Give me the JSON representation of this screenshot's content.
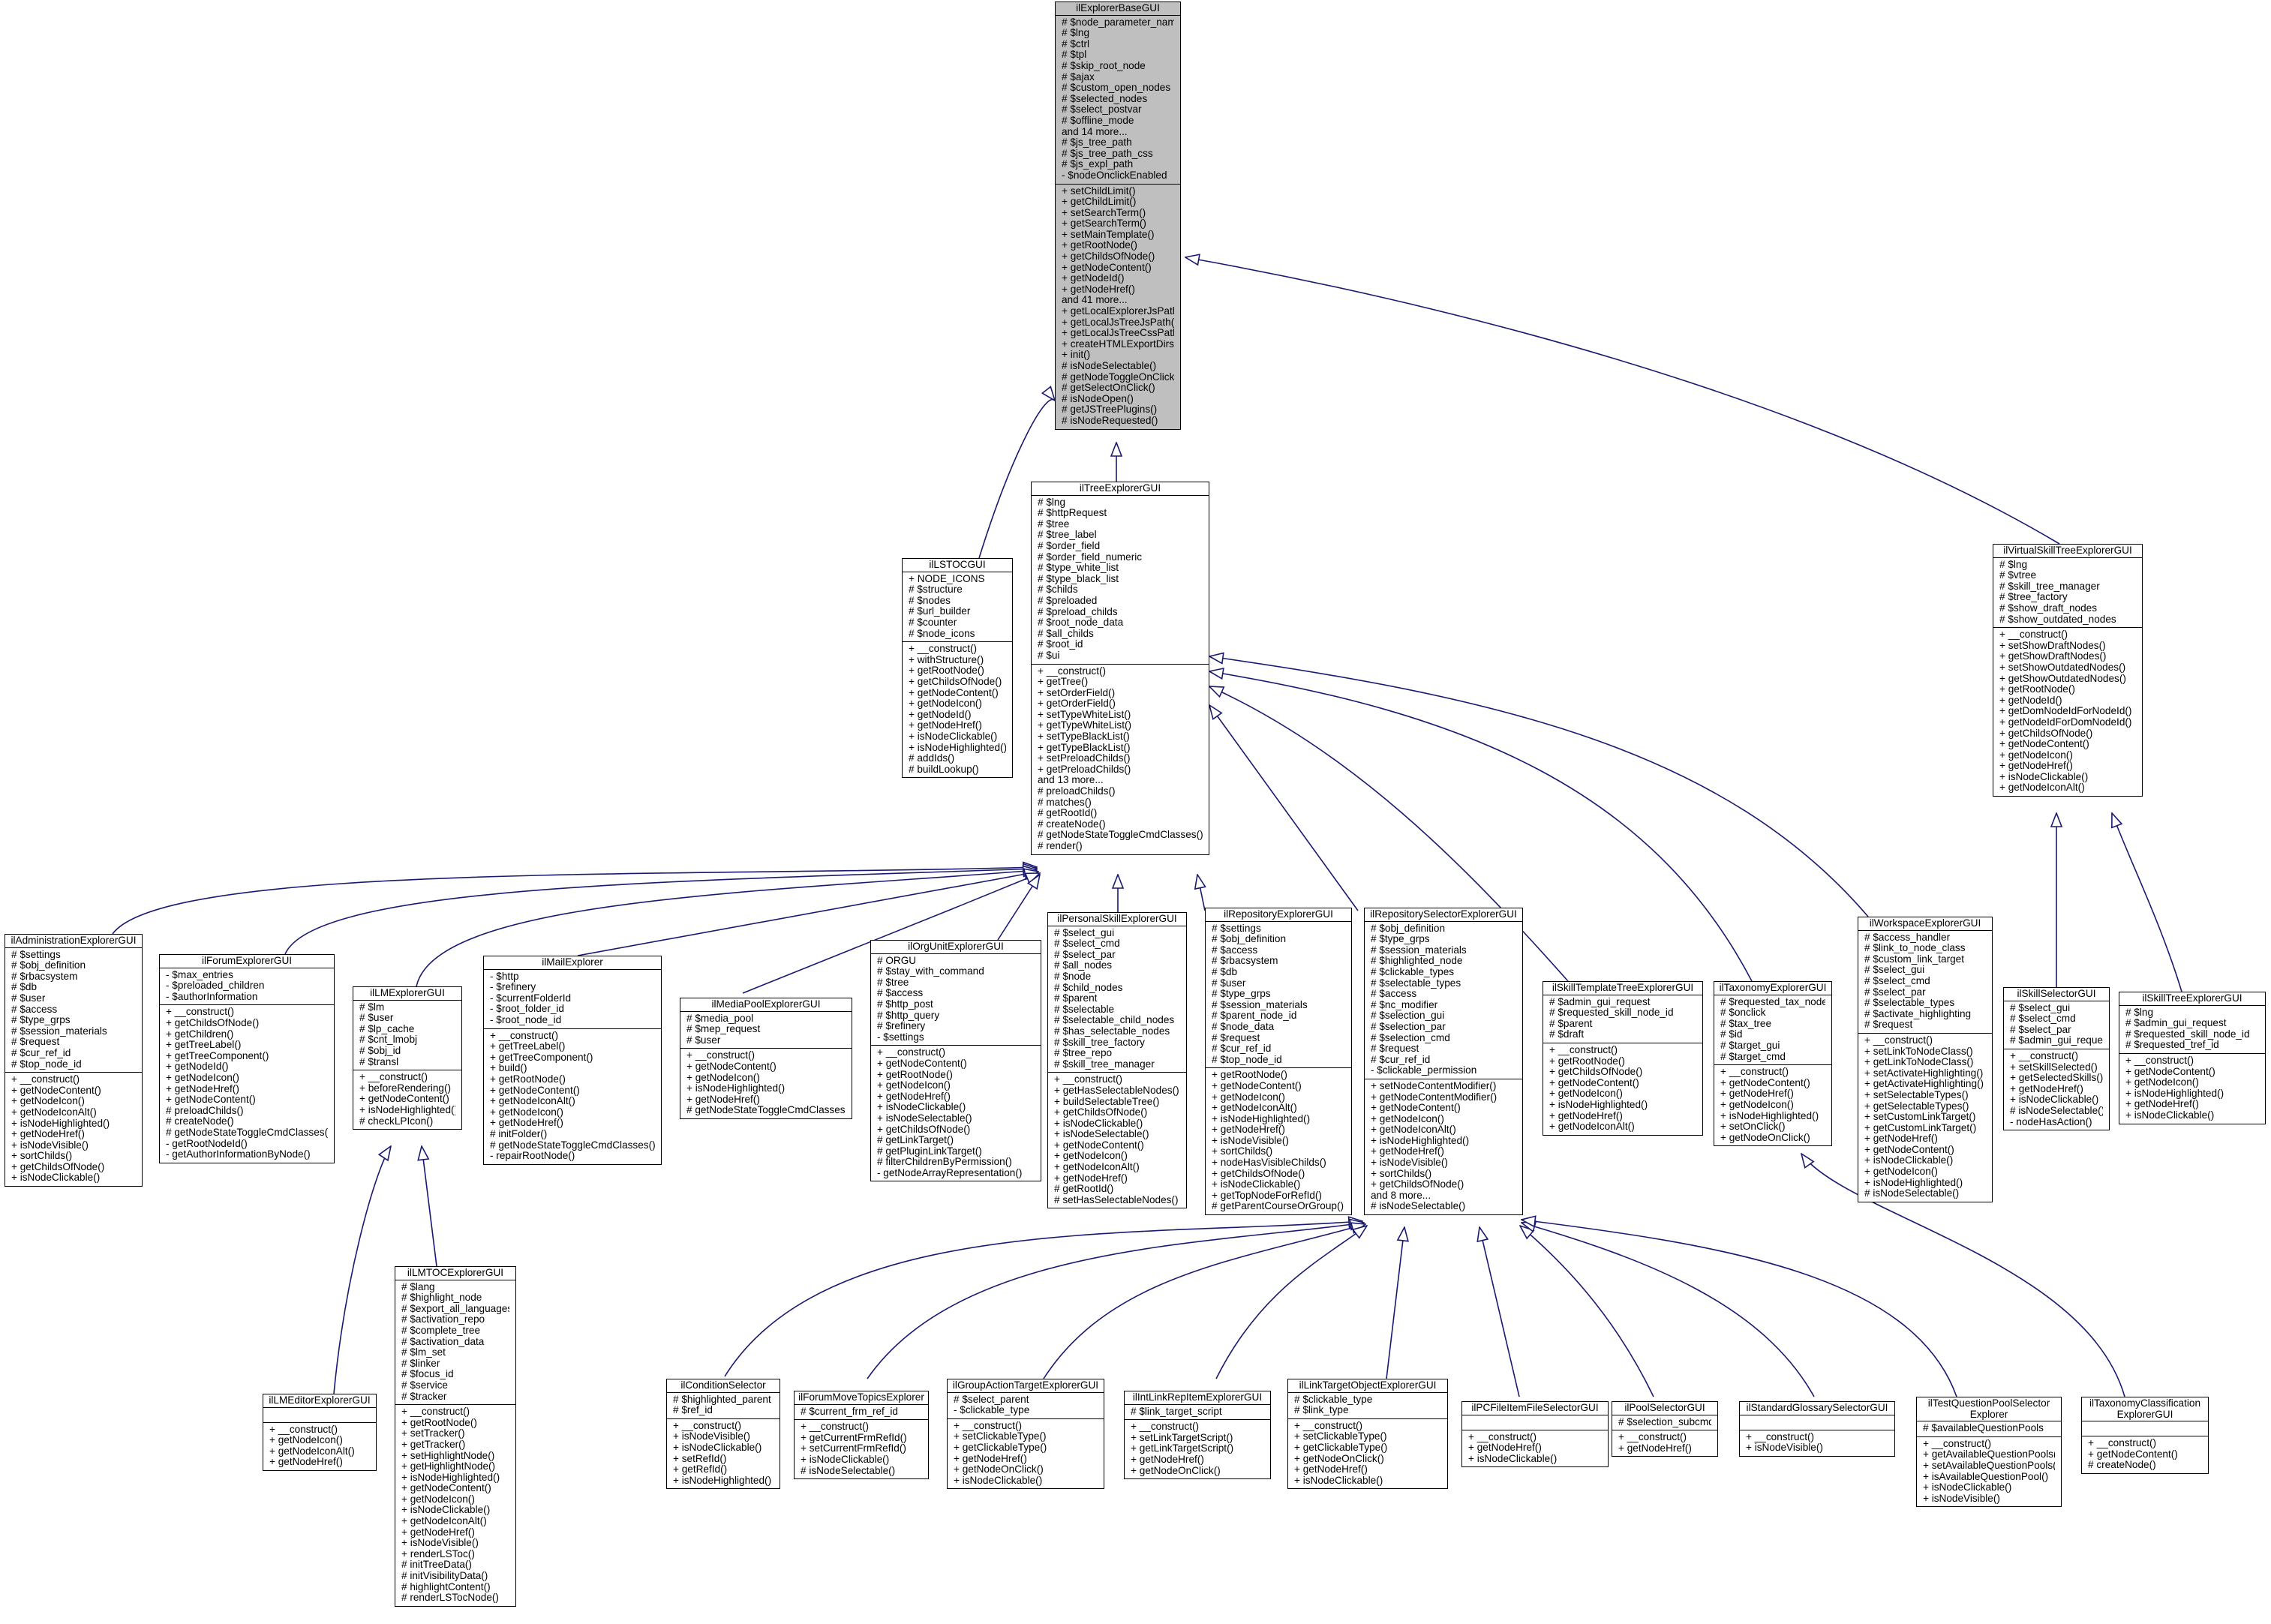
{
  "diagram": {
    "base": {
      "name": "ilExplorerBaseGUI",
      "attributes": [
        "# $node_parameter_name",
        "# $lng",
        "# $ctrl",
        "# $tpl",
        "# $skip_root_node",
        "# $ajax",
        "# $custom_open_nodes",
        "# $selected_nodes",
        "# $select_postvar",
        "# $offline_mode",
        "and 14 more...",
        "# $js_tree_path",
        "# $js_tree_path_css",
        "# $js_expl_path",
        "- $nodeOnclickEnabled"
      ],
      "operations": [
        "+ setChildLimit()",
        "+ getChildLimit()",
        "+ setSearchTerm()",
        "+ getSearchTerm()",
        "+ setMainTemplate()",
        "+ getRootNode()",
        "+ getChildsOfNode()",
        "+ getNodeContent()",
        "+ getNodeId()",
        "+ getNodeHref()",
        "and 41 more...",
        "+ getLocalExplorerJsPath()",
        "+ getLocalJsTreeJsPath()",
        "+ getLocalJsTreeCssPath()",
        "+ createHTMLExportDirs()",
        "+ init()",
        "# isNodeSelectable()",
        "# getNodeToggleOnClick()",
        "# getSelectOnClick()",
        "# isNodeOpen()",
        "# getJSTreePlugins()",
        "# isNodeRequested()"
      ]
    },
    "tree": {
      "name": "ilTreeExplorerGUI",
      "attributes": [
        "# $lng",
        "# $httpRequest",
        "# $tree",
        "# $tree_label",
        "# $order_field",
        "# $order_field_numeric",
        "# $type_white_list",
        "# $type_black_list",
        "# $childs",
        "# $preloaded",
        "# $preload_childs",
        "# $root_node_data",
        "# $all_childs",
        "# $root_id",
        "# $ui"
      ],
      "operations": [
        "+ __construct()",
        "+ getTree()",
        "+ setOrderField()",
        "+ getOrderField()",
        "+ setTypeWhiteList()",
        "+ getTypeWhiteList()",
        "+ setTypeBlackList()",
        "+ getTypeBlackList()",
        "+ setPreloadChilds()",
        "+ getPreloadChilds()",
        "and 13 more...",
        "# preloadChilds()",
        "# matches()",
        "# getRootId()",
        "# createNode()",
        "# getNodeStateToggleCmdClasses()",
        "# render()"
      ]
    },
    "lstoc": {
      "name": "ilLSTOCGUI",
      "attributes": [
        "+ NODE_ICONS",
        "# $structure",
        "# $nodes",
        "# $url_builder",
        "# $counter",
        "# $node_icons"
      ],
      "operations": [
        "+ __construct()",
        "+ withStructure()",
        "+ getRootNode()",
        "+ getChildsOfNode()",
        "+ getNodeContent()",
        "+ getNodeIcon()",
        "+ getNodeId()",
        "+ getNodeHref()",
        "+ isNodeClickable()",
        "+ isNodeHighlighted()",
        "# addIds()",
        "# buildLookup()"
      ]
    },
    "virtual": {
      "name": "ilVirtualSkillTreeExplorerGUI",
      "attributes": [
        "# $lng",
        "# $vtree",
        "# $skill_tree_manager",
        "# $tree_factory",
        "# $show_draft_nodes",
        "# $show_outdated_nodes"
      ],
      "operations": [
        "+ __construct()",
        "+ setShowDraftNodes()",
        "+ getShowDraftNodes()",
        "+ setShowOutdatedNodes()",
        "+ getShowOutdatedNodes()",
        "+ getRootNode()",
        "+ getNodeId()",
        "+ getDomNodeIdForNodeId()",
        "+ getNodeIdForDomNodeId()",
        "+ getChildsOfNode()",
        "+ getNodeContent()",
        "+ getNodeIcon()",
        "+ getNodeHref()",
        "+ isNodeClickable()",
        "+ getNodeIconAlt()"
      ]
    },
    "admin": {
      "name": "ilAdministrationExplorerGUI",
      "attributes": [
        "# $settings",
        "# $obj_definition",
        "# $rbacsystem",
        "# $db",
        "# $user",
        "# $access",
        "# $type_grps",
        "# $session_materials",
        "# $request",
        "# $cur_ref_id",
        "# $top_node_id"
      ],
      "operations": [
        "+ __construct()",
        "+ getNodeContent()",
        "+ getNodeIcon()",
        "+ getNodeIconAlt()",
        "+ isNodeHighlighted()",
        "+ getNodeHref()",
        "+ isNodeVisible()",
        "+ sortChilds()",
        "+ getChildsOfNode()",
        "+ isNodeClickable()"
      ]
    },
    "forum": {
      "name": "ilForumExplorerGUI",
      "attributes": [
        "- $max_entries",
        "- $preloaded_children",
        "- $authorInformation"
      ],
      "operations": [
        "+ __construct()",
        "+ getChildsOfNode()",
        "+ getChildren()",
        "+ getTreeLabel()",
        "+ getTreeComponent()",
        "+ getNodeId()",
        "+ getNodeIcon()",
        "+ getNodeHref()",
        "+ getNodeContent()",
        "# preloadChilds()",
        "# createNode()",
        "# getNodeStateToggleCmdClasses()",
        "- getRootNodeId()",
        "- getAuthorInformationByNode()"
      ]
    },
    "lmexp": {
      "name": "ilLMExplorerGUI",
      "attributes": [
        "# $lm",
        "# $user",
        "# $lp_cache",
        "# $cnt_lmobj",
        "# $obj_id",
        "# $transl"
      ],
      "operations": [
        "+ __construct()",
        "+ beforeRendering()",
        "+ getNodeContent()",
        "+ isNodeHighlighted()",
        "# checkLPIcon()"
      ]
    },
    "mail": {
      "name": "ilMailExplorer",
      "attributes": [
        "- $http",
        "- $refinery",
        "- $currentFolderId",
        "- $root_folder_id",
        "- $root_node_id"
      ],
      "operations": [
        "+ __construct()",
        "+ getTreeLabel()",
        "+ getTreeComponent()",
        "+ build()",
        "+ getRootNode()",
        "+ getNodeContent()",
        "+ getNodeIconAlt()",
        "+ getNodeIcon()",
        "+ getNodeHref()",
        "# initFolder()",
        "# getNodeStateToggleCmdClasses()",
        "- repairRootNode()"
      ]
    },
    "mediapool": {
      "name": "ilMediaPoolExplorerGUI",
      "attributes": [
        "# $media_pool",
        "# $mep_request",
        "# $user"
      ],
      "operations": [
        "+ __construct()",
        "+ getNodeContent()",
        "+ getNodeIcon()",
        "+ isNodeHighlighted()",
        "+ getNodeHref()",
        "# getNodeStateToggleCmdClasses()"
      ]
    },
    "orgunit": {
      "name": "ilOrgUnitExplorerGUI",
      "attributes": [
        "# ORGU",
        "# $stay_with_command",
        "# $tree",
        "# $access",
        "# $http_post",
        "# $http_query",
        "# $refinery",
        "- $settings"
      ],
      "operations": [
        "+ __construct()",
        "+ getNodeContent()",
        "+ getRootNode()",
        "+ getNodeIcon()",
        "+ getNodeHref()",
        "+ isNodeClickable()",
        "+ isNodeSelectable()",
        "+ getChildsOfNode()",
        "# getLinkTarget()",
        "# getPluginLinkTarget()",
        "# filterChildrenByPermission()",
        "- getNodeArrayRepresentation()"
      ]
    },
    "personal": {
      "name": "ilPersonalSkillExplorerGUI",
      "attributes": [
        "# $select_gui",
        "# $select_cmd",
        "# $select_par",
        "# $all_nodes",
        "# $node",
        "# $child_nodes",
        "# $parent",
        "# $selectable",
        "# $selectable_child_nodes",
        "# $has_selectable_nodes",
        "# $skill_tree_factory",
        "# $tree_repo",
        "# $skill_tree_manager"
      ],
      "operations": [
        "+ __construct()",
        "+ getHasSelectableNodes()",
        "+ buildSelectableTree()",
        "+ getChildsOfNode()",
        "+ isNodeClickable()",
        "+ isNodeSelectable()",
        "+ getNodeContent()",
        "+ getNodeIcon()",
        "+ getNodeIconAlt()",
        "+ getNodeHref()",
        "# getRootId()",
        "# setHasSelectableNodes()"
      ]
    },
    "repository": {
      "name": "ilRepositoryExplorerGUI",
      "attributes": [
        "# $settings",
        "# $obj_definition",
        "# $access",
        "# $rbacsystem",
        "# $db",
        "# $user",
        "# $type_grps",
        "# $session_materials",
        "# $parent_node_id",
        "# $node_data",
        "# $request",
        "# $cur_ref_id",
        "# $top_node_id"
      ],
      "operations": [
        "+ getRootNode()",
        "+ getNodeContent()",
        "+ getNodeIcon()",
        "+ getNodeIconAlt()",
        "+ isNodeHighlighted()",
        "+ getNodeHref()",
        "+ isNodeVisible()",
        "+ sortChilds()",
        "+ nodeHasVisibleChilds()",
        "+ getChildsOfNode()",
        "+ isNodeClickable()",
        "+ getTopNodeForRefId()",
        "# getParentCourseOrGroup()"
      ]
    },
    "repsel": {
      "name": "ilRepositorySelectorExplorerGUI",
      "attributes": [
        "# $obj_definition",
        "# $type_grps",
        "# $session_materials",
        "# $highlighted_node",
        "# $clickable_types",
        "# $selectable_types",
        "# $access",
        "# $nc_modifier",
        "# $selection_gui",
        "# $selection_par",
        "# $selection_cmd",
        "# $request",
        "# $cur_ref_id",
        "- $clickable_permission"
      ],
      "operations": [
        "+ setNodeContentModifier()",
        "+ getNodeContentModifier()",
        "+ getNodeContent()",
        "+ getNodeIcon()",
        "+ getNodeIconAlt()",
        "+ isNodeHighlighted()",
        "+ getNodeHref()",
        "+ isNodeVisible()",
        "+ sortChilds()",
        "+ getChildsOfNode()",
        "and 8 more...",
        "# isNodeSelectable()"
      ]
    },
    "skilltemplate": {
      "name": "ilSkillTemplateTreeExplorerGUI",
      "attributes": [
        "# $admin_gui_request",
        "# $requested_skill_node_id",
        "# $parent",
        "# $draft"
      ],
      "operations": [
        "+ __construct()",
        "+ getRootNode()",
        "+ getChildsOfNode()",
        "+ getNodeContent()",
        "+ getNodeIcon()",
        "+ isNodeHighlighted()",
        "+ getNodeHref()",
        "+ getNodeIconAlt()"
      ]
    },
    "taxonomy": {
      "name": "ilTaxonomyExplorerGUI",
      "attributes": [
        "# $requested_tax_node",
        "# $onclick",
        "# $tax_tree",
        "# $id",
        "# $target_gui",
        "# $target_cmd"
      ],
      "operations": [
        "+ __construct()",
        "+ getNodeContent()",
        "+ getNodeHref()",
        "+ getNodeIcon()",
        "+ isNodeHighlighted()",
        "+ setOnClick()",
        "+ getNodeOnClick()"
      ]
    },
    "workspace": {
      "name": "ilWorkspaceExplorerGUI",
      "attributes": [
        "# $access_handler",
        "# $link_to_node_class",
        "# $custom_link_target",
        "# $select_gui",
        "# $select_cmd",
        "# $select_par",
        "# $selectable_types",
        "# $activate_highlighting",
        "# $request"
      ],
      "operations": [
        "+ __construct()",
        "+ setLinkToNodeClass()",
        "+ getLinkToNodeClass()",
        "+ setActivateHighlighting()",
        "+ getActivateHighlighting()",
        "+ setSelectableTypes()",
        "+ getSelectableTypes()",
        "+ setCustomLinkTarget()",
        "+ getCustomLinkTarget()",
        "+ getNodeHref()",
        "+ getNodeContent()",
        "+ isNodeClickable()",
        "+ getNodeIcon()",
        "+ isNodeHighlighted()",
        "# isNodeSelectable()"
      ]
    },
    "skillselector": {
      "name": "ilSkillSelectorGUI",
      "attributes": [
        "# $select_gui",
        "# $select_cmd",
        "# $select_par",
        "# $admin_gui_request"
      ],
      "operations": [
        "+ __construct()",
        "+ setSkillSelected()",
        "+ getSelectedSkills()",
        "+ getNodeHref()",
        "+ isNodeClickable()",
        "# isNodeSelectable()",
        "- nodeHasAction()"
      ]
    },
    "skilltree": {
      "name": "ilSkillTreeExplorerGUI",
      "attributes": [
        "# $lng",
        "# $admin_gui_request",
        "# $requested_skill_node_id",
        "# $requested_tref_id"
      ],
      "operations": [
        "+ __construct()",
        "+ getNodeContent()",
        "+ getNodeIcon()",
        "+ isNodeHighlighted()",
        "+ getNodeHref()",
        "+ isNodeClickable()"
      ]
    },
    "lmeditor": {
      "name": "ilLMEditorExplorerGUI",
      "attributes": [],
      "operations": [
        "+ __construct()",
        "+ getNodeIcon()",
        "+ getNodeIconAlt()",
        "+ getNodeHref()"
      ]
    },
    "lmtoc": {
      "name": "ilLMTOCExplorerGUI",
      "attributes": [
        "# $lang",
        "# $highlight_node",
        "# $export_all_languages",
        "# $activation_repo",
        "# $complete_tree",
        "# $activation_data",
        "# $lm_set",
        "# $linker",
        "# $focus_id",
        "# $service",
        "# $tracker"
      ],
      "operations": [
        "+ __construct()",
        "+ getRootNode()",
        "+ setTracker()",
        "+ getTracker()",
        "+ setHighlightNode()",
        "+ getHighlightNode()",
        "+ isNodeHighlighted()",
        "+ getNodeContent()",
        "+ getNodeIcon()",
        "+ isNodeClickable()",
        "+ getNodeIconAlt()",
        "+ getNodeHref()",
        "+ isNodeVisible()",
        "+ renderLSToc()",
        "# initTreeData()",
        "# initVisibilityData()",
        "# highlightContent()",
        "# renderLSTocNode()"
      ]
    },
    "condition": {
      "name": "ilConditionSelector",
      "attributes": [
        "# $highlighted_parent",
        "# $ref_id"
      ],
      "operations": [
        "+ __construct()",
        "+ isNodeVisible()",
        "+ isNodeClickable()",
        "+ setRefId()",
        "+ getRefId()",
        "+ isNodeHighlighted()"
      ]
    },
    "forummove": {
      "name": "ilForumMoveTopicsExplorer",
      "attributes": [
        "# $current_frm_ref_id"
      ],
      "operations": [
        "+ __construct()",
        "+ getCurrentFrmRefId()",
        "+ setCurrentFrmRefId()",
        "+ isNodeClickable()",
        "# isNodeSelectable()"
      ]
    },
    "groupaction": {
      "name": "ilGroupActionTargetExplorerGUI",
      "attributes": [
        "# $select_parent",
        "- $clickable_type"
      ],
      "operations": [
        "+ __construct()",
        "+ setClickableType()",
        "+ getClickableType()",
        "+ getNodeHref()",
        "+ getNodeOnClick()",
        "+ isNodeClickable()"
      ]
    },
    "intlink": {
      "name": "ilIntLinkRepItemExplorerGUI",
      "attributes": [
        "# $link_target_script"
      ],
      "operations": [
        "+ __construct()",
        "+ setLinkTargetScript()",
        "+ getLinkTargetScript()",
        "+ getNodeHref()",
        "+ getNodeOnClick()"
      ]
    },
    "linktarget": {
      "name": "ilLinkTargetObjectExplorerGUI",
      "attributes": [
        "# $clickable_type",
        "# $link_type"
      ],
      "operations": [
        "+ __construct()",
        "+ setClickableType()",
        "+ getClickableType()",
        "+ getNodeOnClick()",
        "+ getNodeHref()",
        "+ isNodeClickable()"
      ]
    },
    "pcfile": {
      "name": "ilPCFileItemFileSelectorGUI",
      "attributes": [],
      "operations": [
        "+ __construct()",
        "+ getNodeHref()",
        "+ isNodeClickable()"
      ]
    },
    "poolsel": {
      "name": "ilPoolSelectorGUI",
      "attributes": [
        "# $selection_subcmd"
      ],
      "operations": [
        "+ __construct()",
        "+ getNodeHref()"
      ]
    },
    "glossary": {
      "name": "ilStandardGlossarySelectorGUI",
      "attributes": [],
      "operations": [
        "+ __construct()",
        "+ isNodeVisible()"
      ]
    },
    "testpool": {
      "name": "ilTestQuestionPoolSelector\nExplorer",
      "attributes": [
        "# $availableQuestionPools"
      ],
      "operations": [
        "+ __construct()",
        "+ getAvailableQuestionPools()",
        "+ setAvailableQuestionPools()",
        "+ isAvailableQuestionPool()",
        "+ isNodeClickable()",
        "+ isNodeVisible()"
      ]
    },
    "taxclass": {
      "name": "ilTaxonomyClassification\nExplorerGUI",
      "attributes": [],
      "operations": [
        "+ __construct()",
        "+ getNodeContent()",
        "# createNode()"
      ]
    }
  }
}
